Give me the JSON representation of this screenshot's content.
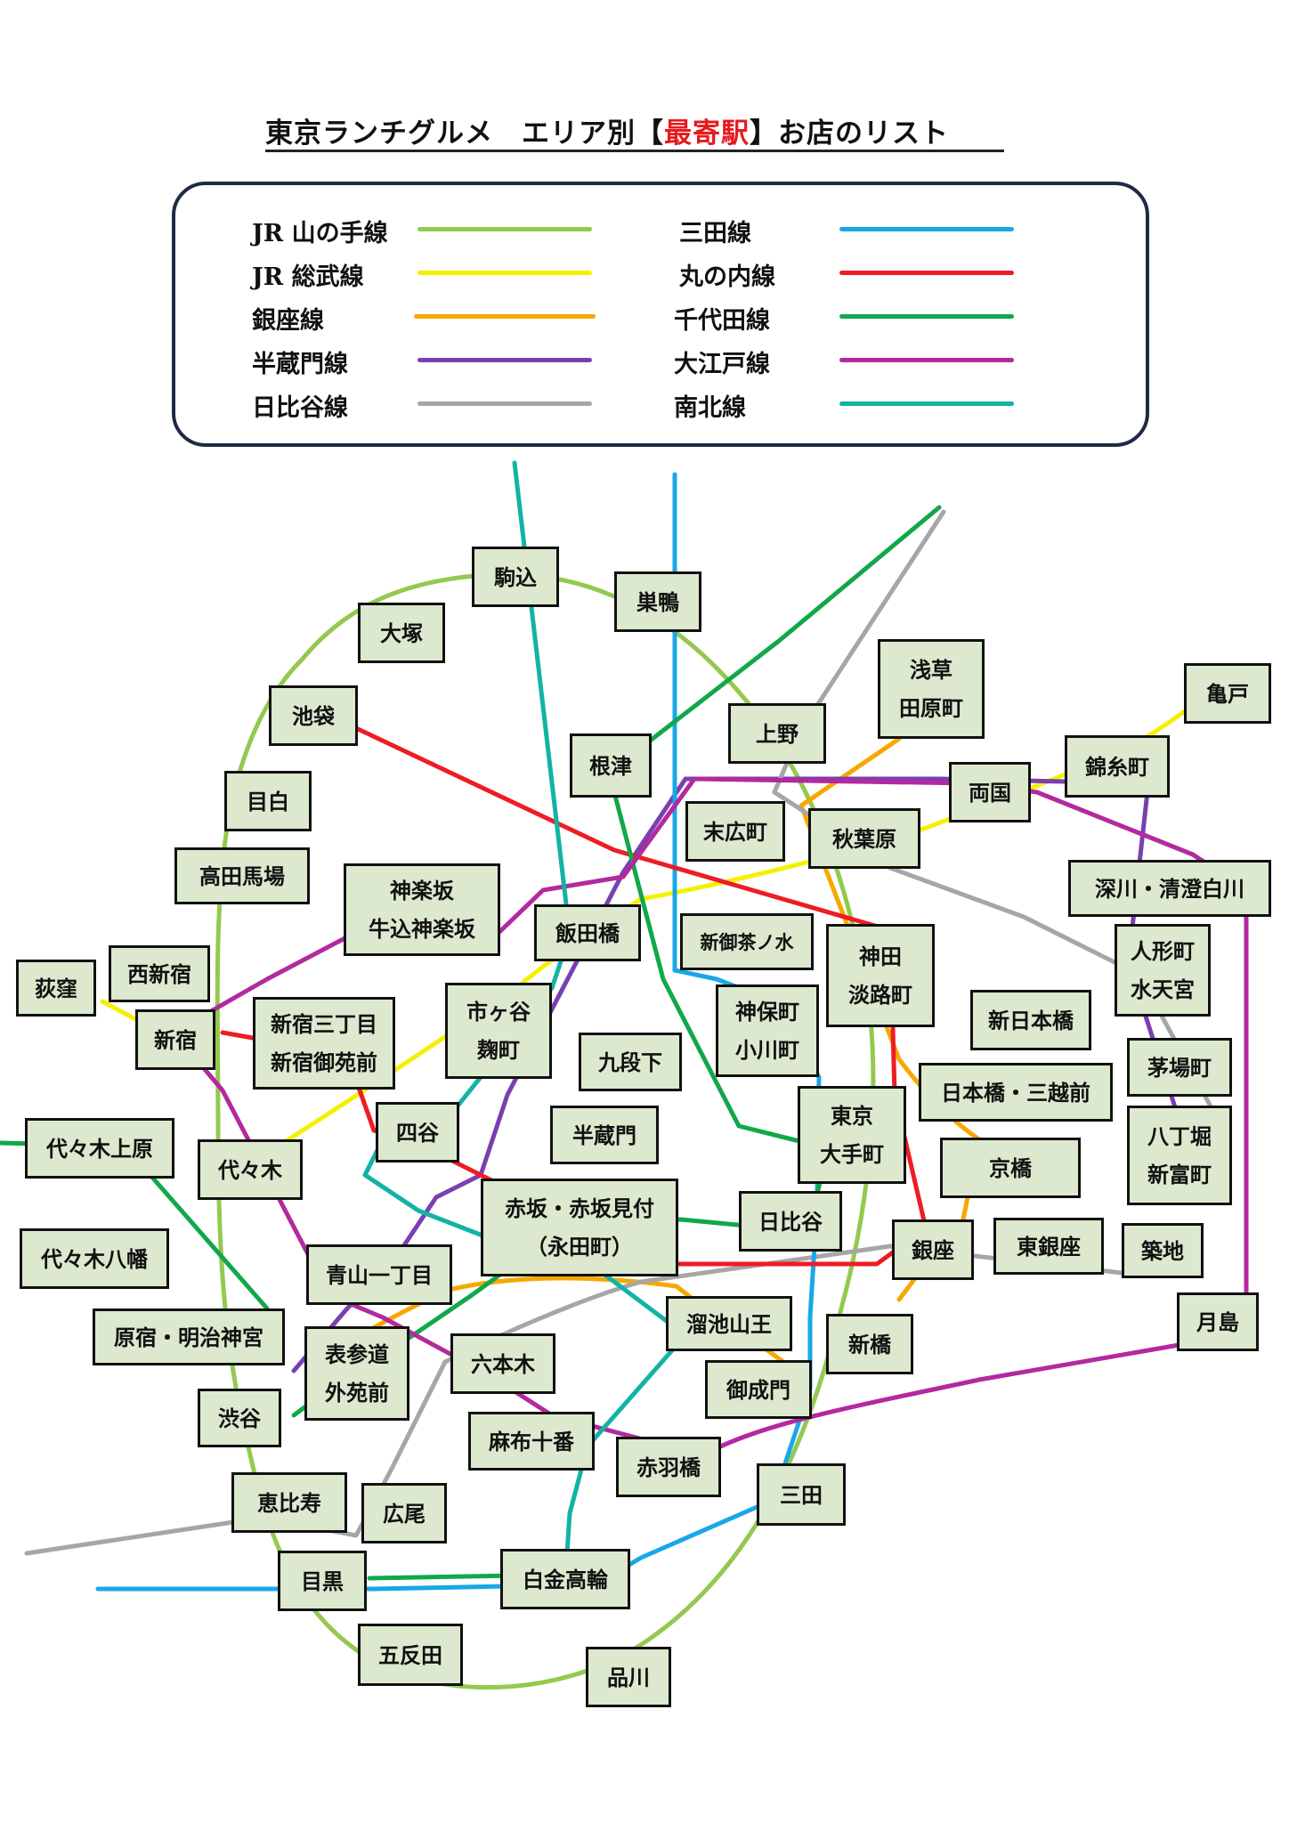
{
  "title": {
    "prefix": "東京ランチグルメ　エリア別【",
    "highlight": "最寄駅",
    "suffix": "】お店のリスト"
  },
  "colors": {
    "title_highlight": "#e8191d",
    "station_fill": "#dde9cf",
    "legend_border": "#1f2a44"
  },
  "legend": [
    {
      "name": "JR 山の手線",
      "color": "#93c94f"
    },
    {
      "name": "JR 総武線",
      "color": "#f5f000"
    },
    {
      "name": "銀座線",
      "color": "#f6a800"
    },
    {
      "name": "半蔵門線",
      "color": "#7a3fb0"
    },
    {
      "name": "日比谷線",
      "color": "#a6a6a6"
    },
    {
      "name": "三田線",
      "color": "#1aa7e8"
    },
    {
      "name": "丸の内線",
      "color": "#ee1c24"
    },
    {
      "name": "千代田線",
      "color": "#11a84a"
    },
    {
      "name": "大江戸線",
      "color": "#b3299f"
    },
    {
      "name": "南北線",
      "color": "#12b3a6"
    }
  ],
  "stations": [
    {
      "id": "komagome",
      "lines": [
        "駒込"
      ]
    },
    {
      "id": "sugamo",
      "lines": [
        "巣鴨"
      ]
    },
    {
      "id": "otsuka",
      "lines": [
        "大塚"
      ]
    },
    {
      "id": "ikebukuro",
      "lines": [
        "池袋"
      ]
    },
    {
      "id": "asakusa",
      "lines": [
        "浅草",
        "田原町"
      ]
    },
    {
      "id": "kameido",
      "lines": [
        "亀戸"
      ]
    },
    {
      "id": "ueno",
      "lines": [
        "上野"
      ]
    },
    {
      "id": "nezu",
      "lines": [
        "根津"
      ]
    },
    {
      "id": "kinshicho",
      "lines": [
        "錦糸町"
      ]
    },
    {
      "id": "mejiro",
      "lines": [
        "目白"
      ]
    },
    {
      "id": "ryogoku",
      "lines": [
        "両国"
      ]
    },
    {
      "id": "suehirocho",
      "lines": [
        "末広町"
      ]
    },
    {
      "id": "akihabara",
      "lines": [
        "秋葉原"
      ]
    },
    {
      "id": "takadanobaba",
      "lines": [
        "高田馬場"
      ]
    },
    {
      "id": "fukagawa",
      "lines": [
        "深川・清澄白川"
      ]
    },
    {
      "id": "kagurazaka",
      "lines": [
        "神楽坂",
        "牛込神楽坂"
      ]
    },
    {
      "id": "iidabashi",
      "lines": [
        "飯田橋"
      ]
    },
    {
      "id": "shinochanomizu",
      "lines": [
        "新御茶ノ水"
      ]
    },
    {
      "id": "kanda",
      "lines": [
        "神田",
        "淡路町"
      ]
    },
    {
      "id": "ningyocho",
      "lines": [
        "人形町",
        "水天宮"
      ]
    },
    {
      "id": "nishishinjuku",
      "lines": [
        "西新宿"
      ]
    },
    {
      "id": "ogikubo",
      "lines": [
        "荻窪"
      ]
    },
    {
      "id": "shinjuku",
      "lines": [
        "新宿"
      ]
    },
    {
      "id": "shinjukusanchome",
      "lines": [
        "新宿三丁目",
        "新宿御苑前"
      ]
    },
    {
      "id": "ichigaya",
      "lines": [
        "市ヶ谷",
        "麹町"
      ]
    },
    {
      "id": "jimbocho",
      "lines": [
        "神保町",
        "小川町"
      ]
    },
    {
      "id": "shinnihonbashi",
      "lines": [
        "新日本橋"
      ]
    },
    {
      "id": "kudanshita",
      "lines": [
        "九段下"
      ]
    },
    {
      "id": "kayabacho",
      "lines": [
        "茅場町"
      ]
    },
    {
      "id": "nihonbashi",
      "lines": [
        "日本橋・三越前"
      ]
    },
    {
      "id": "tokyo",
      "lines": [
        "東京",
        "大手町"
      ]
    },
    {
      "id": "hatchobori",
      "lines": [
        "八丁堀",
        "新富町"
      ]
    },
    {
      "id": "yotsuya",
      "lines": [
        "四谷"
      ]
    },
    {
      "id": "hanzomon",
      "lines": [
        "半蔵門"
      ]
    },
    {
      "id": "yoyogiuehara",
      "lines": [
        "代々木上原"
      ]
    },
    {
      "id": "yoyogi",
      "lines": [
        "代々木"
      ]
    },
    {
      "id": "kyobashi",
      "lines": [
        "京橋"
      ]
    },
    {
      "id": "akasaka",
      "lines": [
        "赤坂・赤坂見付",
        "（永田町）"
      ]
    },
    {
      "id": "hibiya",
      "lines": [
        "日比谷"
      ]
    },
    {
      "id": "higashiginza",
      "lines": [
        "東銀座"
      ]
    },
    {
      "id": "ginza",
      "lines": [
        "銀座"
      ]
    },
    {
      "id": "tsukiji",
      "lines": [
        "築地"
      ]
    },
    {
      "id": "yoyogihachiman",
      "lines": [
        "代々木八幡"
      ]
    },
    {
      "id": "aoyama",
      "lines": [
        "青山一丁目"
      ]
    },
    {
      "id": "tsukishima",
      "lines": [
        "月島"
      ]
    },
    {
      "id": "harajuku",
      "lines": [
        "原宿・明治神宮"
      ]
    },
    {
      "id": "tameike",
      "lines": [
        "溜池山王"
      ]
    },
    {
      "id": "omotesando",
      "lines": [
        "表参道",
        "外苑前"
      ]
    },
    {
      "id": "roppongi",
      "lines": [
        "六本木"
      ]
    },
    {
      "id": "shimbashi",
      "lines": [
        "新橋"
      ]
    },
    {
      "id": "onarimon",
      "lines": [
        "御成門"
      ]
    },
    {
      "id": "shibuya",
      "lines": [
        "渋谷"
      ]
    },
    {
      "id": "azabujuban",
      "lines": [
        "麻布十番"
      ]
    },
    {
      "id": "akabanebashi",
      "lines": [
        "赤羽橋"
      ]
    },
    {
      "id": "mita",
      "lines": [
        "三田"
      ]
    },
    {
      "id": "ebisu",
      "lines": [
        "恵比寿"
      ]
    },
    {
      "id": "hiroo",
      "lines": [
        "広尾"
      ]
    },
    {
      "id": "meguro",
      "lines": [
        "目黒"
      ]
    },
    {
      "id": "shirokanetakanawa",
      "lines": [
        "白金高輪"
      ]
    },
    {
      "id": "gotanda",
      "lines": [
        "五反田"
      ]
    },
    {
      "id": "shinagawa",
      "lines": [
        "品川"
      ]
    }
  ]
}
